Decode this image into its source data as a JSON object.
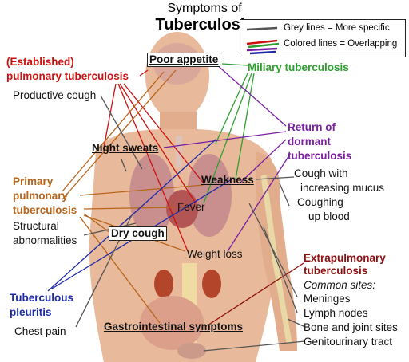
{
  "title_line1": "Symptoms of",
  "title_line2": "Tuberculosis",
  "legend": {
    "grey": "Grey lines = More specific",
    "colored": "Colored lines = Overlapping"
  },
  "categories": {
    "established": [
      "(Established)",
      "pulmonary tuberculosis"
    ],
    "miliary": "Miliary tuberculosis",
    "return": [
      "Return of",
      "dormant",
      "tuberculosis"
    ],
    "primary": [
      "Primary",
      "pulmonary",
      "tuberculosis"
    ],
    "pleuritis": [
      "Tuberculous",
      "pleuritis"
    ],
    "extrapulmonary": [
      "Extrapulmonary",
      "tuberculosis"
    ]
  },
  "symptoms": {
    "poor_appetite": "Poor appetite",
    "productive_cough": "Productive cough",
    "night_sweats": "Night sweats",
    "weakness": "Weakness",
    "fever": "Fever",
    "cough_mucus": [
      "Cough with",
      "increasing mucus"
    ],
    "coughing_blood": [
      "Coughing",
      "up blood"
    ],
    "structural": [
      "Structural",
      "abnormalities"
    ],
    "dry_cough": "Dry cough",
    "weight_loss": "Weight loss",
    "chest_pain": "Chest pain",
    "gastro": "Gastrointestinal symptoms"
  },
  "common_sites": {
    "heading": "Common sites:",
    "items": [
      "Meninges",
      "Lymph nodes",
      "Bone and joint sites",
      "Genitourinary tract"
    ]
  },
  "colors": {
    "red": "#cc1111",
    "green": "#2ea02e",
    "purple": "#7a1fa2",
    "orange": "#b8651b",
    "blue": "#1c2aa8",
    "darkred": "#8b0f0f",
    "grey": "#555555",
    "skin": "#e8b99a"
  }
}
